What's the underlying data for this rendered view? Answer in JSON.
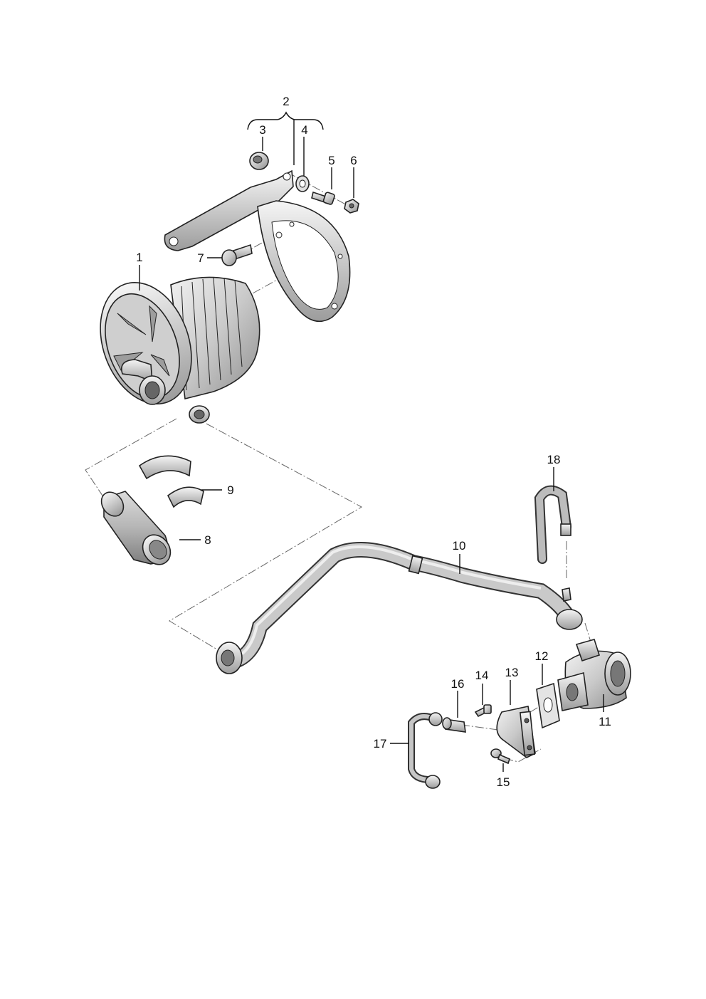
{
  "diagram": {
    "callouts": [
      {
        "id": "callout-1",
        "text": "1"
      },
      {
        "id": "callout-2",
        "text": "2"
      },
      {
        "id": "callout-3",
        "text": "3"
      },
      {
        "id": "callout-4",
        "text": "4"
      },
      {
        "id": "callout-5",
        "text": "5"
      },
      {
        "id": "callout-6",
        "text": "6"
      },
      {
        "id": "callout-7",
        "text": "7"
      },
      {
        "id": "callout-8",
        "text": "8"
      },
      {
        "id": "callout-9",
        "text": "9"
      },
      {
        "id": "callout-10",
        "text": "10"
      },
      {
        "id": "callout-11",
        "text": "11"
      },
      {
        "id": "callout-12",
        "text": "12"
      },
      {
        "id": "callout-13",
        "text": "13"
      },
      {
        "id": "callout-14",
        "text": "14"
      },
      {
        "id": "callout-15",
        "text": "15"
      },
      {
        "id": "callout-16",
        "text": "16"
      },
      {
        "id": "callout-17",
        "text": "17"
      },
      {
        "id": "callout-18",
        "text": "18"
      }
    ],
    "colors": {
      "line": "#111111",
      "part_fill_light": "#e6e6e6",
      "part_fill_mid": "#c8c8c8",
      "part_fill_dark": "#9a9a9a",
      "dash": "#666666"
    }
  }
}
